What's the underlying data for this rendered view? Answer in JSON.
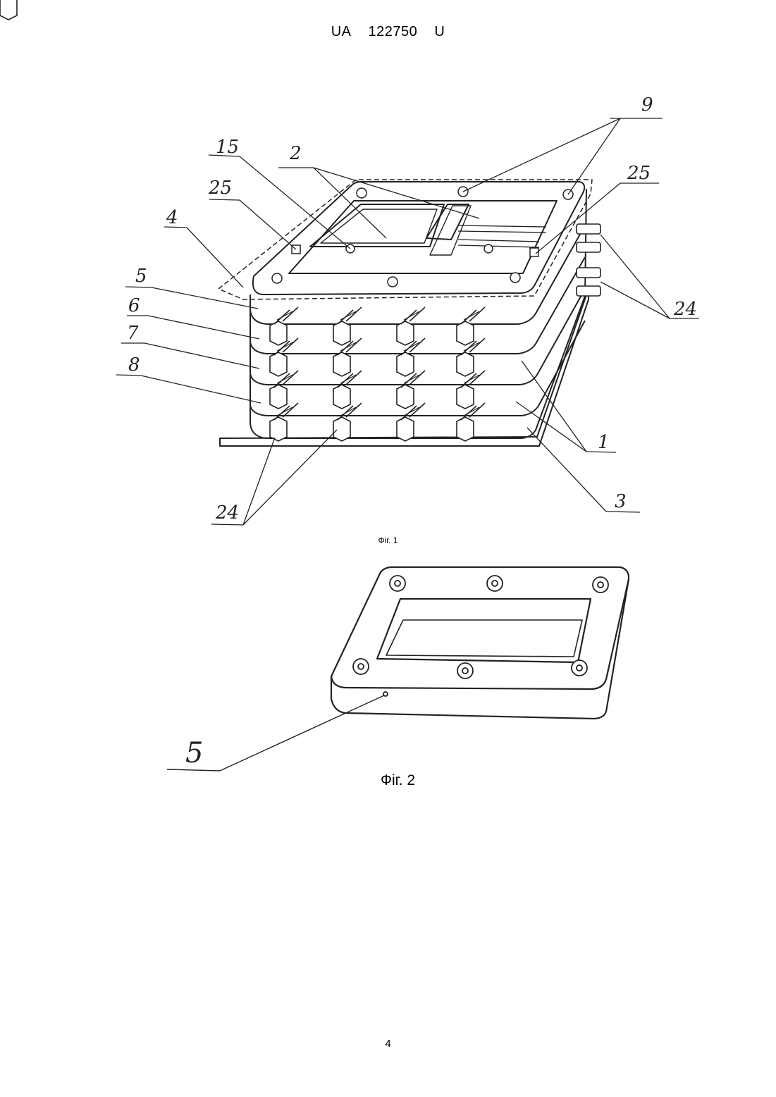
{
  "header": {
    "country": "UA",
    "number": "122750",
    "kind": "U"
  },
  "figure1": {
    "caption": "Фіг. 1",
    "labels": [
      "9",
      "15",
      "2",
      "25",
      "4",
      "5",
      "6",
      "7",
      "8",
      "24",
      "24",
      "25",
      "1",
      "3"
    ]
  },
  "figure2": {
    "caption": "Фіг. 2",
    "labels": [
      "5"
    ]
  },
  "page_number": "4"
}
